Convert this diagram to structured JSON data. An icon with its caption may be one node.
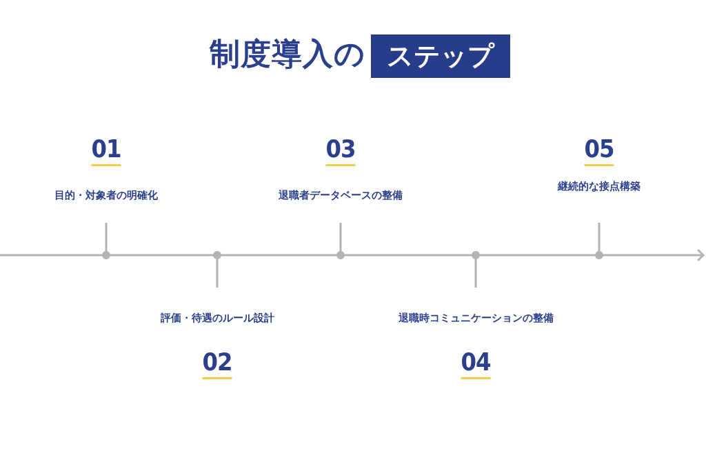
{
  "diagram": {
    "title": "制度導入の",
    "nodes": [
      {
        "text": [
          "ステップ"
        ]
      }
    ],
    "labels": [
      "01",
      "03",
      "05",
      "目的・対象者の明確化",
      "退職者データベースの整備",
      "継続的な接点構築",
      "評価・待遇のルール設計",
      "退職時コミュニケーションの整備",
      "02",
      "04"
    ]
  }
}
